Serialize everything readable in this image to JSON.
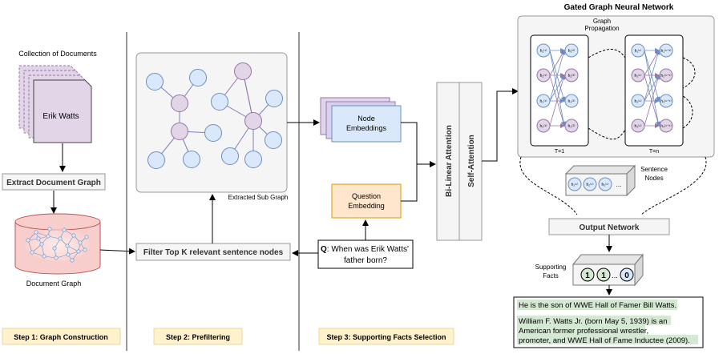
{
  "step1": {
    "collection_label": "Collection of Documents",
    "doc_label": "Erik Watts",
    "extract_label": "Extract Document Graph",
    "doc_graph_label": "Document Graph",
    "footer": "Step 1: Graph Construction"
  },
  "step2": {
    "subgraph_label": "Extracted Sub Graph",
    "filter_label": "Filter Top K relevant sentence nodes",
    "footer": "Step 2: Prefiltering"
  },
  "step3": {
    "node_embeddings": [
      "Node",
      "Embeddings"
    ],
    "question_embedding": [
      "Question",
      "Embedding"
    ],
    "question_prefix": "Q",
    "question_line1": ": When was Erik Watts'",
    "question_line2": "father born?",
    "bilinear_label": "Bi-Linear Attention",
    "selfattn_label": "Self-Attention",
    "footer": "Step 3: Supporting Facts Selection"
  },
  "ggnn": {
    "title": "Gated Graph Neural Network",
    "propagation": [
      "Graph",
      "Propagation"
    ],
    "t1": "T=1",
    "tn": "T=n",
    "col1_nodes": [
      "h₁⁽¹⁾",
      "h₂⁽¹⁾",
      "h₃⁽¹⁾",
      "h₄⁽¹⁾"
    ],
    "col2_nodes": [
      "h₁⁽²⁾",
      "h₂⁽²⁾",
      "h₃⁽²⁾",
      "h₄⁽²⁾"
    ],
    "col3_nodes": [
      "h₁⁽ⁿ⁾",
      "h₂⁽ⁿ⁾",
      "h₃⁽ⁿ⁾",
      "h₄⁽ⁿ⁾"
    ],
    "col4_nodes": [
      "h₁⁽ⁿ⁺¹⁾",
      "h₂⁽ⁿ⁺¹⁾",
      "h₃⁽ⁿ⁺¹⁾",
      "h₄⁽ⁿ⁺¹⁾"
    ],
    "sentence_nodes_label": [
      "Sentence",
      "Nodes"
    ],
    "sentence_node_texts": [
      "h₁⁽ⁿ⁾",
      "h₂⁽ⁿ⁾",
      "h₃⁽ⁿ⁾"
    ],
    "output_network": "Output Network",
    "supporting_facts_label": [
      "Supporting",
      "Facts"
    ],
    "fact_values": [
      "1",
      "1",
      "0"
    ],
    "ellipsis": "..."
  },
  "facts": {
    "line1": "He is the son of WWE Hall of Famer Bill Watts.",
    "line2": "William F. Watts Jr. (born May 5, 1939) is  an",
    "line3": "American former professional wrestler,",
    "line4": "promoter, and WWE Hall of Fame Inductee (2009)."
  },
  "colors": {
    "purple_node": "#e1d5e7",
    "purple_stroke": "#9673a6",
    "blue_node": "#dae8fc",
    "blue_stroke": "#6c8ebf",
    "orange_node": "#ffe6cc",
    "orange_stroke": "#d79b00",
    "red_node": "#f8cecc",
    "red_stroke": "#b85450",
    "green_node": "#d5e8d4",
    "green_stroke": "#82b366",
    "step_bg": "#fff2cc",
    "step_stroke": "#d6b656"
  }
}
